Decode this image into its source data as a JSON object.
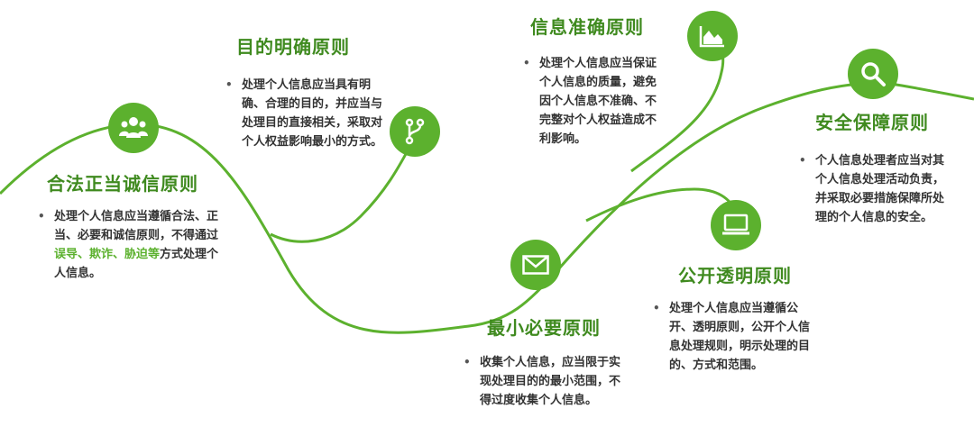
{
  "colors": {
    "accent": "#5cb12e",
    "title": "#3f8a1f",
    "text": "#333333"
  },
  "principles": [
    {
      "title": "合法正当诚信原则",
      "icon": "people-icon",
      "desc_parts": [
        "处理个人信息应当遵循合法、正当、必要和诚信原则，不得通过",
        "误导、欺诈、胁迫等",
        "方式处理个人信息。"
      ]
    },
    {
      "title": "目的明确原则",
      "icon": "branch-icon",
      "desc": "处理个人信息应当具有明确、合理的目的，并应当与处理目的直接相关，采取对个人权益影响最小的方式。"
    },
    {
      "title": "最小必要原则",
      "icon": "mail-icon",
      "desc": "收集个人信息，应当限于实现处理目的的最小范围，不得过度收集个人信息。"
    },
    {
      "title": "信息准确原则",
      "icon": "area-chart-icon",
      "desc": "处理个人信息应当保证个人信息的质量，避免因个人信息不准确、不完整对个人权益造成不利影响。"
    },
    {
      "title": "公开透明原则",
      "icon": "monitor-icon",
      "desc": "处理个人信息应当遵循公开、透明原则，公开个人信息处理规则，明示处理的目的、方式和范围。"
    },
    {
      "title": "安全保障原则",
      "icon": "search-icon",
      "desc": "个人信息处理者应当对其个人信息处理活动负责，并采取必要措施保障所处理的个人信息的安全。"
    }
  ]
}
